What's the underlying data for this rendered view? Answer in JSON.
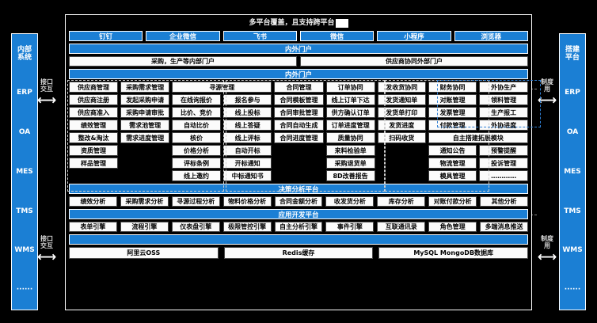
{
  "title": "多平台覆盖，且支持跨平台",
  "left_rail": {
    "name": "内部系统",
    "items": [
      "内部\n系统",
      "ERP",
      "OA",
      "MES",
      "TMS",
      "WMS",
      "······"
    ]
  },
  "right_rail": {
    "name": "搭建平台",
    "items": [
      "搭建\n平台",
      "ERP",
      "OA",
      "MES",
      "TMS",
      "WMS",
      "······"
    ]
  },
  "connectors": {
    "left_top": "接口\n交互",
    "left_bottom": "接口\n交互",
    "right_top": "制度\n用",
    "right_bottom": "制度\n用",
    "arrow": "⟷"
  },
  "channels": [
    "钉钉",
    "企业微信",
    "飞书",
    "微信",
    "小程序",
    "浏览器"
  ],
  "portal_bar": "内外门户",
  "portals": [
    "采购，生产等内部门户",
    "供应商协同外部门户"
  ],
  "internal_portal_bar": "内外门户",
  "capability_grid": {
    "columns": [
      {
        "header": "供应商管理",
        "items": [
          "供应商注册",
          "供应商准入",
          "绩效管理",
          "整改&淘汰",
          "资质管理",
          "样品管理",
          ""
        ]
      },
      {
        "header": "采购需求管理",
        "items": [
          "发起采购申请",
          "采购申请审批",
          "需求池管理",
          "需求进度管理",
          "",
          "",
          ""
        ]
      },
      {
        "header": "寻源管理",
        "double": true,
        "items_left": [
          "在线询报价",
          "比价、竞价",
          "自动比价",
          "核价",
          "价格分析",
          "评标条例",
          "线上邀约"
        ],
        "items_right": [
          "报名参与",
          "线上投标",
          "线上答疑",
          "线上评标",
          "自动开标",
          "开标通知",
          "中标通知书"
        ]
      },
      {
        "header": "合同管理",
        "items": [
          "合同模板管理",
          "合同审批管理",
          "合同自动生成",
          "合同进度管理",
          "",
          "",
          ""
        ]
      },
      {
        "header": "订单协同",
        "items": [
          "线上订单下达",
          "供方确认订单",
          "订单进度管理",
          "质量协同",
          "来料检验单",
          "采购退货单",
          "8D改善报告"
        ]
      },
      {
        "header": "发收货协同",
        "items": [
          "发货通知单",
          "发货单打印",
          "发货进度",
          "扫码收货",
          "",
          "",
          ""
        ]
      },
      {
        "header_left": "财务协同",
        "header_right": "外协生产",
        "double": true,
        "span_label": "自主搭建拓展模块",
        "items_left": [
          "对账管理",
          "发票管理",
          "付款管理"
        ],
        "items_right": [
          "领料管理",
          "生产报工",
          "外协进度"
        ],
        "ext_left": [
          "通知公告",
          "物流管理",
          "模具管理"
        ],
        "ext_right": [
          "预警提醒",
          "投诉管理",
          "…………"
        ]
      }
    ]
  },
  "decision_platform": {
    "title": "决策分析平台",
    "items": [
      "绩效分析",
      "采购需求分析",
      "寻源过程分析",
      "物料价格分析",
      "合同金额分析",
      "收发货分析",
      "库存分析",
      "对账付款分析",
      "其他分析"
    ]
  },
  "app_platform": {
    "title": "应用开发平台",
    "items": [
      "表单引擎",
      "流程引擎",
      "仪表盘引擎",
      "极限管控引擎",
      "自主分析引擎",
      "事件引擎",
      "互联通讯录",
      "角色管理",
      "多端消息推送"
    ]
  },
  "infrastructure": [
    "阿里云OSS",
    "Redis缓存",
    "MySQL MongoDB数据库"
  ],
  "colors": {
    "accent": "#1b7fd4",
    "panel_bg": "#000000",
    "cell_bg": "#fbfbfb"
  }
}
